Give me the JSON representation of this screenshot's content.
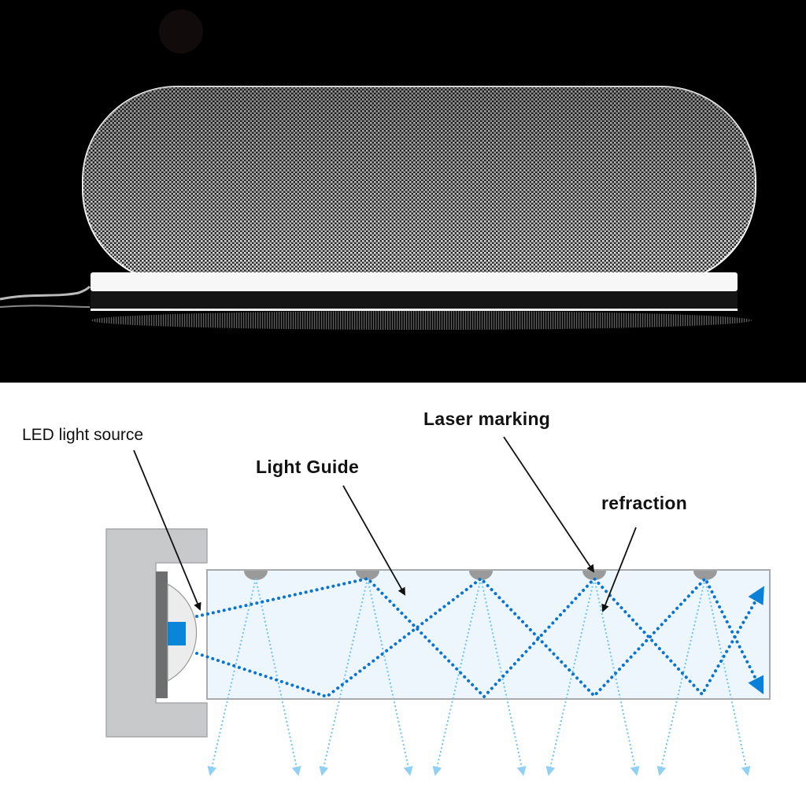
{
  "labels": {
    "led_light_source": "LED light source",
    "light_guide": "Light Guide",
    "laser_marking": "Laser marking",
    "refraction": "refraction"
  },
  "colors": {
    "housing": "#c8c9cb",
    "led_base": "#6d6e70",
    "led_chip": "#0a86d8",
    "guide_fill": "#eef6fd",
    "reflected_ray": "#0a74d0",
    "emitted_ray": "#6cc3f0",
    "marking": "#9a9a9a"
  }
}
